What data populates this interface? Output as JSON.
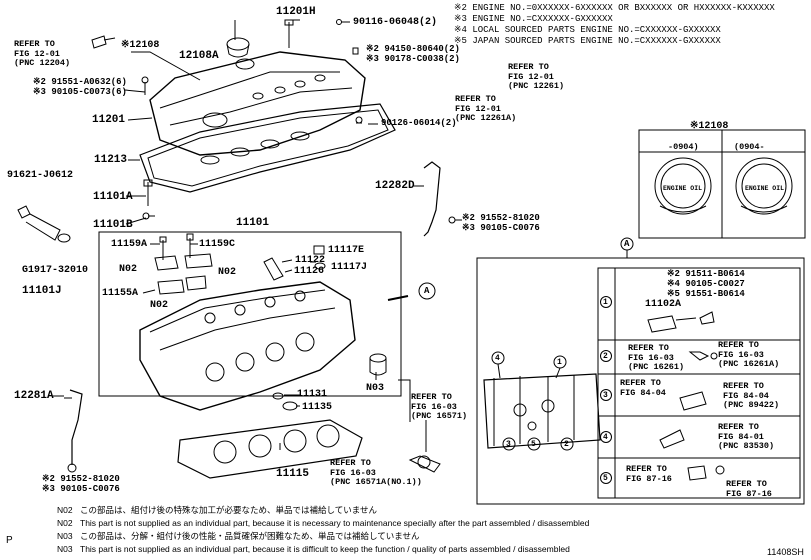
{
  "engine_notes": [
    "※2 ENGINE NO.=0XXXXXX-6XXXXXX OR BXXXXXX OR HXXXXXX-KXXXXXX",
    "※3 ENGINE NO.=CXXXXXX-GXXXXXX",
    "※4 LOCAL SOURCED PARTS ENGINE NO.=CXXXXXX-GXXXXXX",
    "※5 JAPAN SOURCED PARTS ENGINE NO.=CXXXXXX-GXXXXXX"
  ],
  "part_labels": {
    "p11201H": "11201H",
    "p90116": "90116-06048(2)",
    "p12108": "※12108",
    "p12108A": "12108A",
    "p94150": "※2 94150-80640(2)",
    "p90178": "※3 90178-C0038(2)",
    "p91551": "※2 91551-A0632(6)",
    "p90105a": "※3 90105-C0073(6)",
    "p11201": "11201",
    "p90126": "90126-06014(2)",
    "p11213": "11213",
    "p91621": "91621-J0612",
    "p11101A": "11101A",
    "p11101B": "11101B",
    "p11101": "11101",
    "p12282D": "12282D",
    "p91552a": "※2 91552-81020",
    "p90105b": "※3 90105-C0076",
    "p11159A": "11159A",
    "p11159C": "11159C",
    "p11117E": "11117E",
    "pN02a": "N02",
    "pN02b": "N02",
    "pN02c": "N02",
    "p11122": "11122",
    "p11126": "11126",
    "p11117J": "11117J",
    "p11155A": "11155A",
    "p91917": "G1917-32010",
    "p11101J": "11101J",
    "pN03": "N03",
    "p11131": "11131",
    "p11135": "11135",
    "p12281A": "12281A",
    "p11115": "11115",
    "p91552b": "※2 91552-81020",
    "p90105c": "※3 90105-C0076",
    "p12108box": "※12108",
    "p0904a": "-0904)",
    "p0904b": "(0904-",
    "engine_oil_a": "ENGINE OIL",
    "engine_oil_b": "ENGINE OIL",
    "detailA": "A",
    "calloutA": "A",
    "i_91511": "※2 91511-B0614",
    "i_90105": "※4 90105-C0027",
    "i_91551": "※5 91551-B0614",
    "i_11102A": "11102A"
  },
  "refs": {
    "r1": "REFER TO\nFIG 12-01\n(PNC 12204)",
    "r2": "REFER TO\nFIG 12-01\n(PNC 12261)",
    "r3": "REFER TO\nFIG 12-01\n(PNC 12261A)",
    "r4": "REFER TO\nFIG 16-03\n(PNC 16571)",
    "r5": "REFER TO\nFIG 16-03\n(PNC 16571A(NO.1))",
    "r6": "REFER TO\nFIG 16-03\n(PNC 16261)",
    "r7": "REFER TO\nFIG 16-03\n(PNC 16261A)",
    "r8": "REFER TO\nFIG 84-04",
    "r9": "REFER TO\nFIG 84-04\n(PNC 89422)",
    "r10": "REFER TO\nFIG 84-01\n(PNC 83530)",
    "r11": "REFER TO\nFIG 87-16",
    "r12": "REFER TO\nFIG 87-16"
  },
  "row_numbers": [
    "1",
    "2",
    "3",
    "4",
    "5"
  ],
  "engine_markers": [
    "4",
    "1",
    "3",
    "5",
    "2"
  ],
  "legend": [
    {
      "code": "N02",
      "text": "この部品は、組付け後の特殊な加工が必要なため、単品では補給していません"
    },
    {
      "code": "N02",
      "text": "This part is not supplied as an individual part, because it is necessary to maintenance specially after the part assembled / disassembled"
    },
    {
      "code": "N03",
      "text": "この部品は、分解・組付け後の性能・品質確保が困難なため、単品では補給していません"
    },
    {
      "code": "N03",
      "text": "This part is not supplied as an individual part, because it is difficult to keep the function / quality of parts  assembled / disassembled"
    }
  ],
  "page_marker": "P",
  "figure_id": "11408SH"
}
